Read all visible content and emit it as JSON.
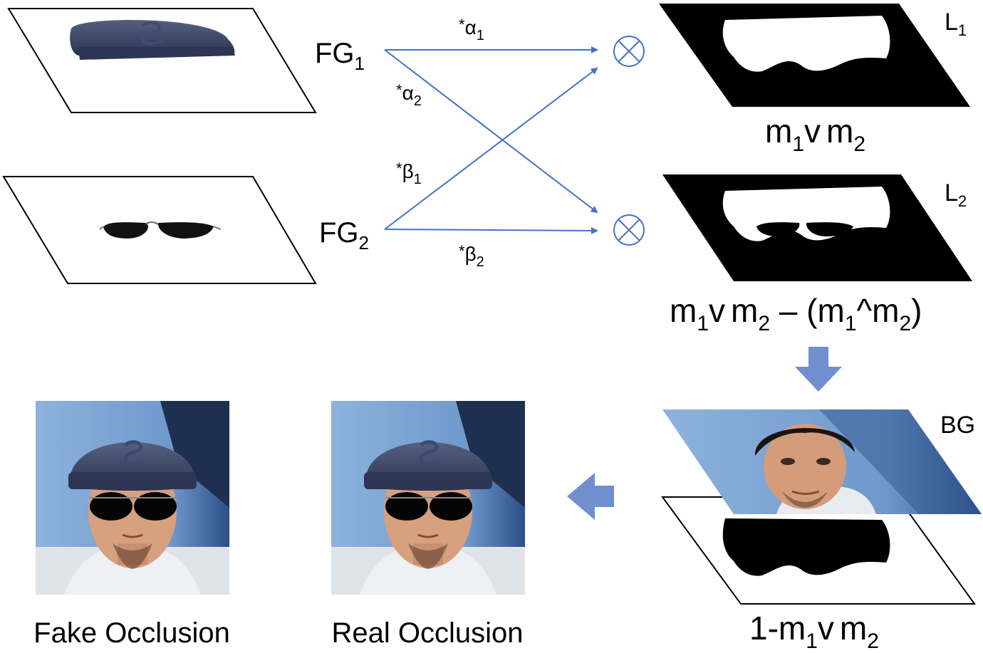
{
  "foreground": {
    "fg1": {
      "base": "FG",
      "sub": "1"
    },
    "fg2": {
      "base": "FG",
      "sub": "2"
    }
  },
  "weights": {
    "alpha1": {
      "star": "*",
      "base": "α",
      "sub": "1"
    },
    "alpha2": {
      "star": "*",
      "base": "α",
      "sub": "2"
    },
    "beta1": {
      "star": "*",
      "base": "β",
      "sub": "1"
    },
    "beta2": {
      "star": "*",
      "base": "β",
      "sub": "2"
    }
  },
  "operators": {
    "multiply_symbol": "⊗"
  },
  "layers": {
    "l1": {
      "base": "L",
      "sub": "1"
    },
    "l2": {
      "base": "L",
      "sub": "2"
    },
    "bg": "BG"
  },
  "formulas": {
    "union": {
      "m": "m",
      "s1": "1",
      "or": "v",
      "s2": "2"
    },
    "union_minus_intersection": {
      "m": "m",
      "s1": "1",
      "or": "v",
      "s2": "2",
      "minus": " – (",
      "and": "^",
      "close": ")"
    },
    "inverse_union": {
      "prefix": "1-",
      "m": "m",
      "s1": "1",
      "or": "v",
      "s2": "2"
    }
  },
  "results": {
    "fake_occlusion": "Fake Occlusion",
    "real_occlusion": "Real Occlusion"
  },
  "colors": {
    "arrow_blue": "#4472c4",
    "block_arrow": "#6f8fcf",
    "mask_black": "#000000",
    "mask_white": "#ffffff",
    "cap_navy": "#3a4468",
    "sky_blue": "#7fa6d4"
  }
}
